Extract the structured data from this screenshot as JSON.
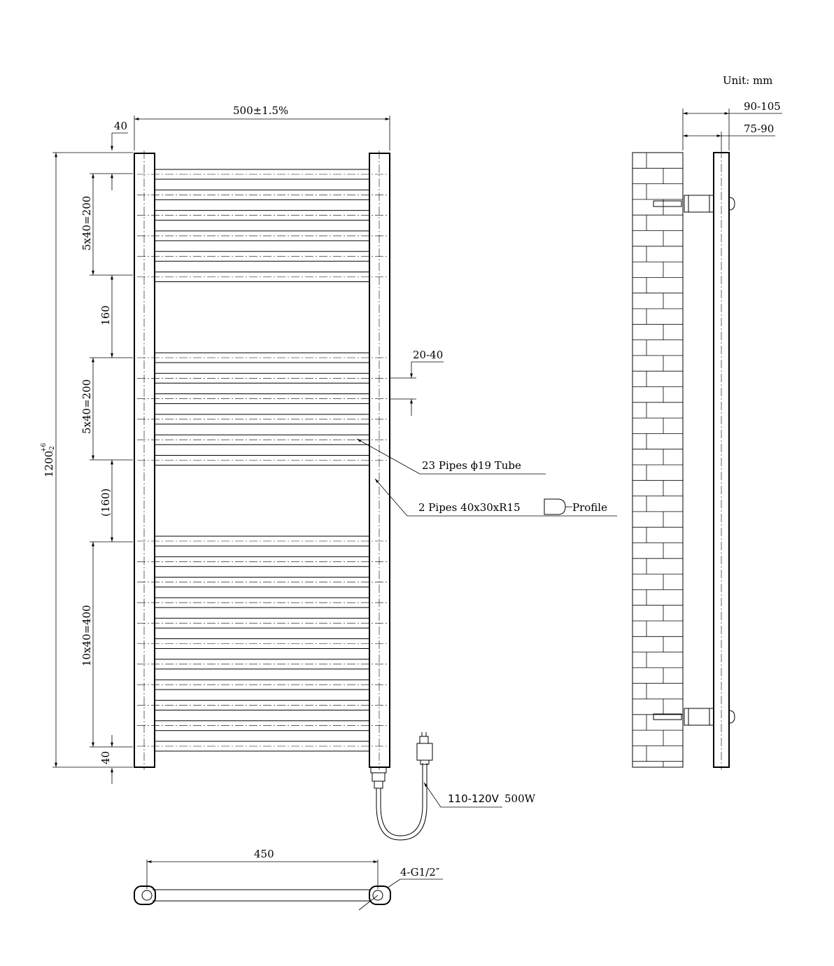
{
  "unit": "Unit: mm",
  "front": {
    "width_label": "500±1.5%",
    "top_gap_label": "40",
    "height_main": "1200",
    "height_tol_upper": "+6",
    "height_tol_lower": "-2",
    "section_1_label": "5x40=200",
    "gap_1_label": "160",
    "section_2_label": "5x40=200",
    "gap_2_label": "(160)",
    "section_3_label": "10x40=400",
    "bottom_gap_label": "40",
    "bar_offset_label": "20-40",
    "pipes_label": "23 Pipes ϕ19 Tube",
    "rails_label": "2 Pipes 40x30xR15",
    "profile_label": "Profile",
    "power_voltage": "110-120V",
    "power_watt": "500W"
  },
  "side": {
    "dim_outer": "90-105",
    "dim_inner": "75-90"
  },
  "bottom": {
    "span_label": "450",
    "connection_label": "4-G1/2″"
  }
}
